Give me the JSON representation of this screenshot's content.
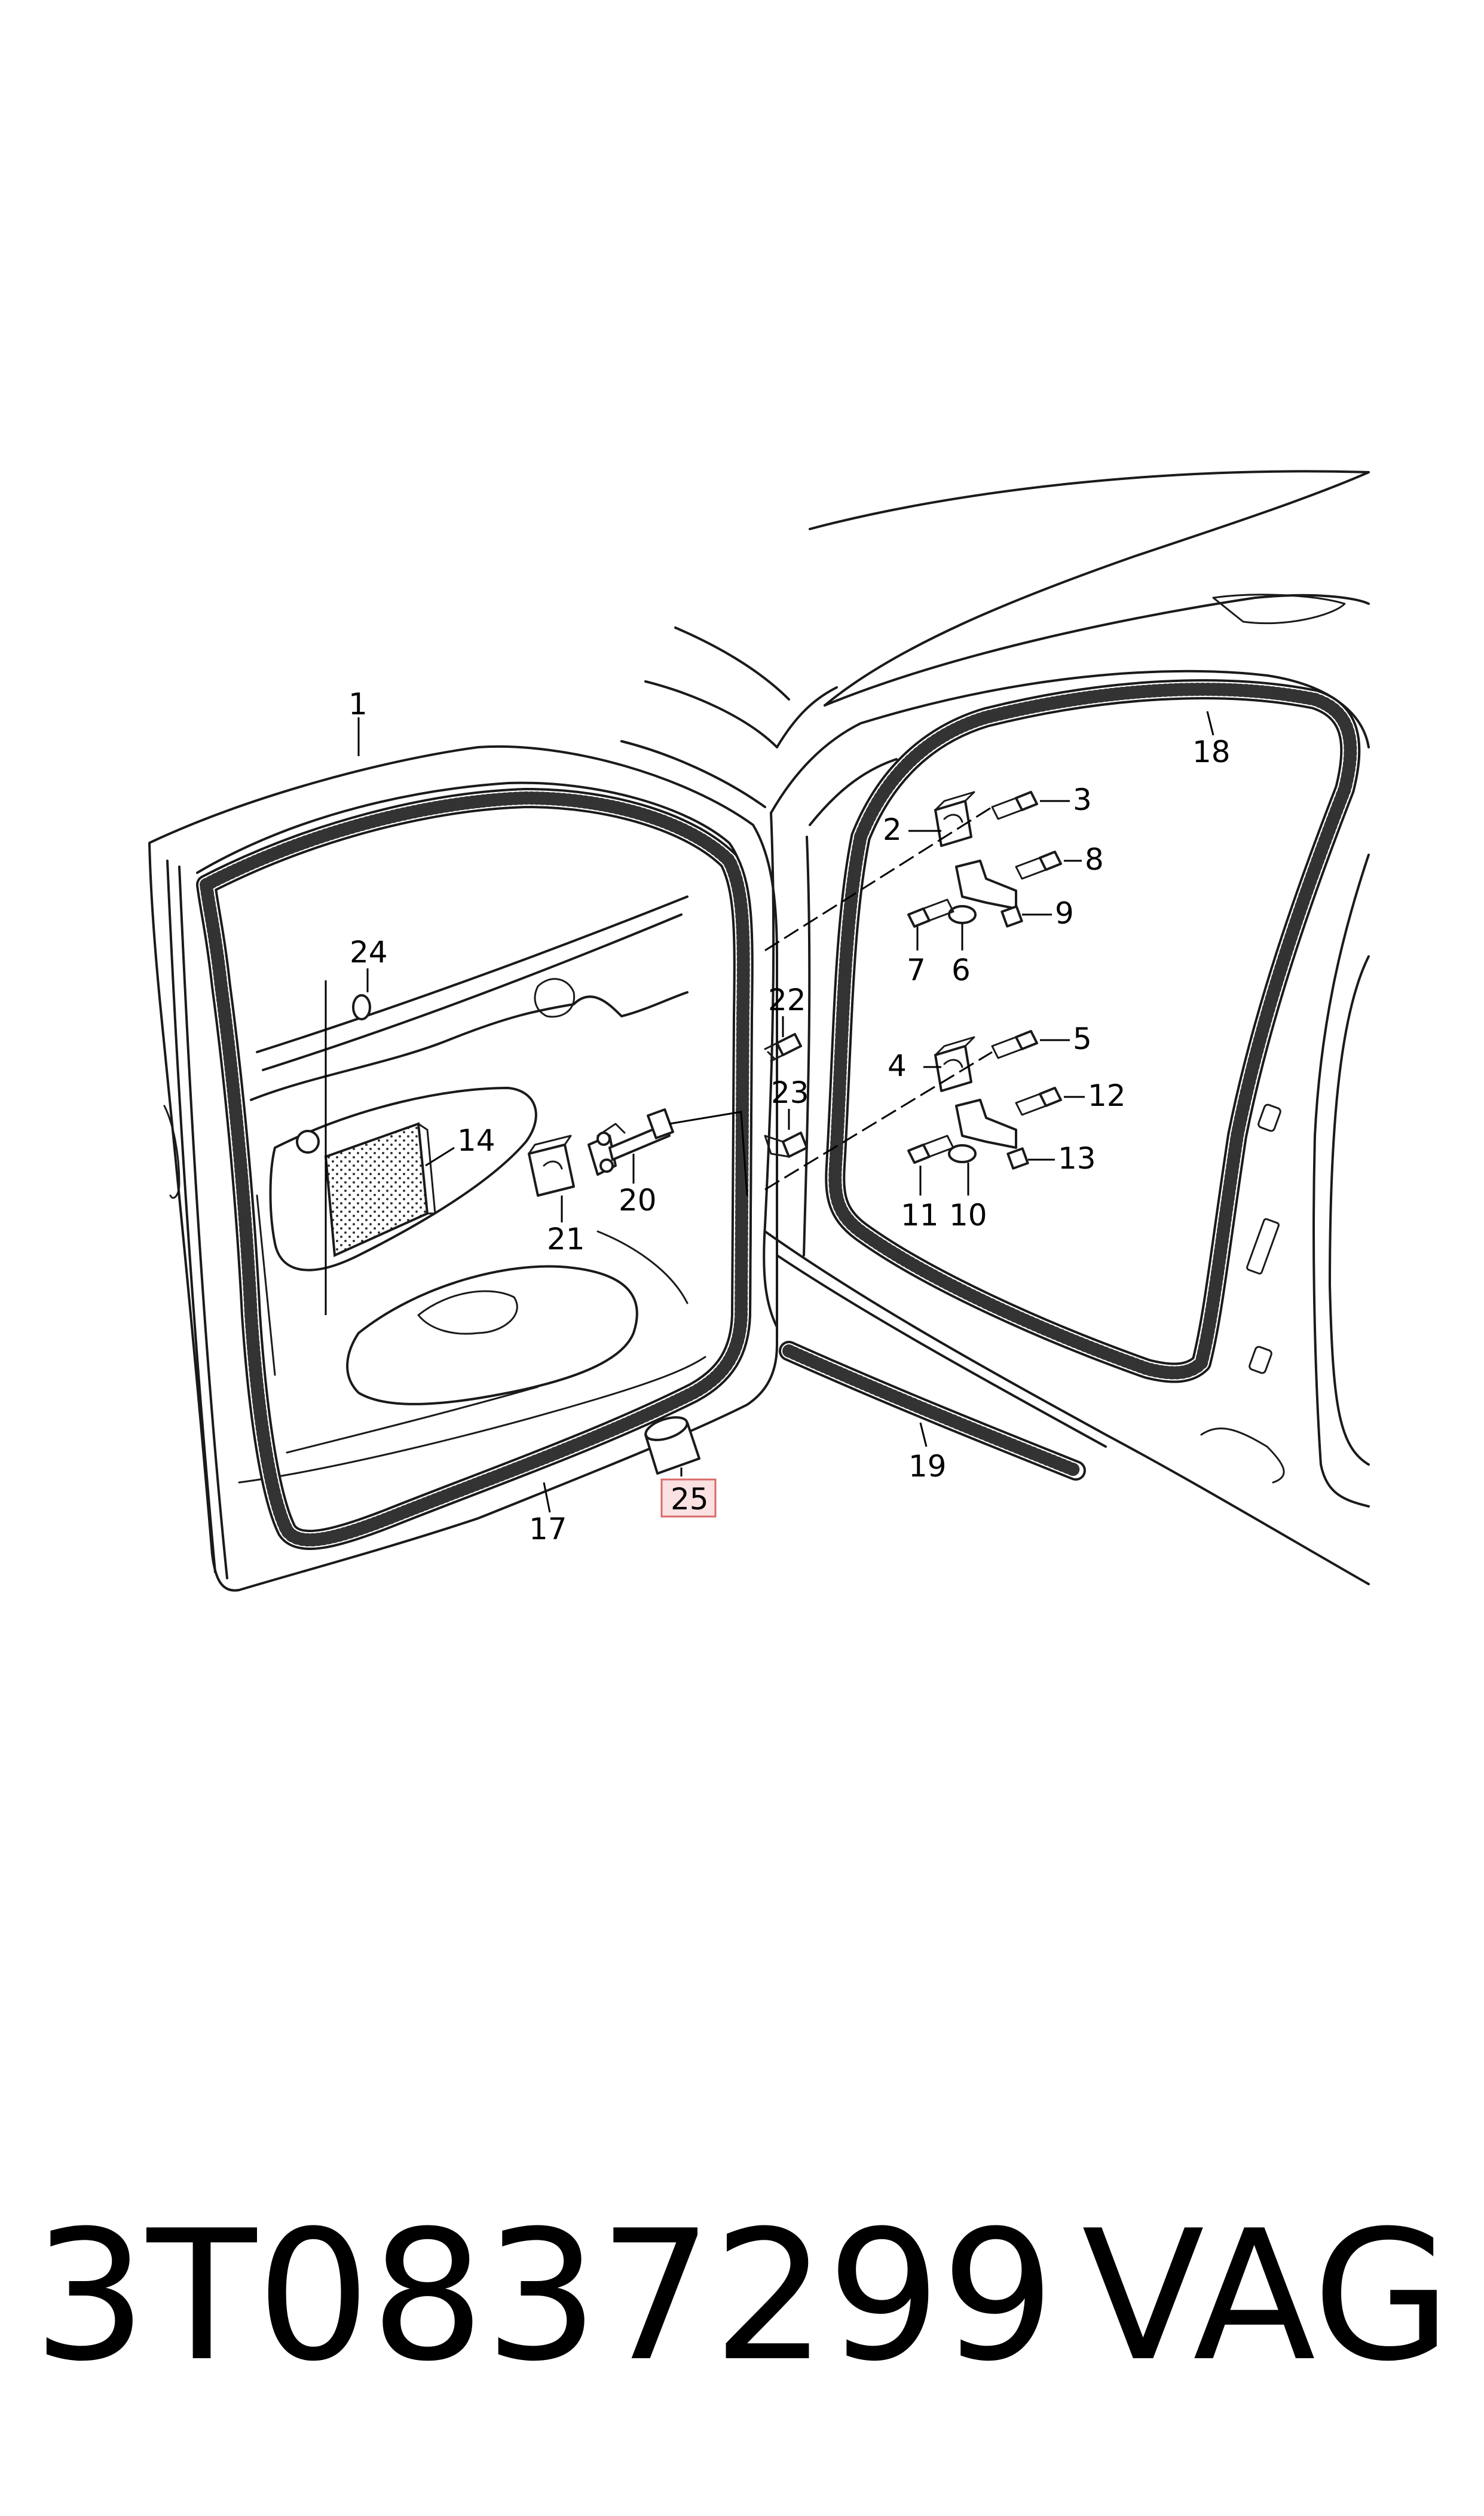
{
  "callouts": [
    {
      "id": "c1",
      "text": "1"
    },
    {
      "id": "c2",
      "text": "2"
    },
    {
      "id": "c3",
      "text": "3"
    },
    {
      "id": "c4",
      "text": "4"
    },
    {
      "id": "c5",
      "text": "5"
    },
    {
      "id": "c6",
      "text": "6"
    },
    {
      "id": "c7",
      "text": "7"
    },
    {
      "id": "c8",
      "text": "8"
    },
    {
      "id": "c9",
      "text": "9"
    },
    {
      "id": "c10",
      "text": "10"
    },
    {
      "id": "c11",
      "text": "11"
    },
    {
      "id": "c12",
      "text": "12"
    },
    {
      "id": "c13",
      "text": "13"
    },
    {
      "id": "c14",
      "text": "14"
    },
    {
      "id": "c17",
      "text": "17"
    },
    {
      "id": "c18",
      "text": "18"
    },
    {
      "id": "c19",
      "text": "19"
    },
    {
      "id": "c20",
      "text": "20"
    },
    {
      "id": "c21",
      "text": "21"
    },
    {
      "id": "c22",
      "text": "22"
    },
    {
      "id": "c23",
      "text": "23"
    },
    {
      "id": "c24",
      "text": "24"
    },
    {
      "id": "c25",
      "text": "25"
    }
  ],
  "highlight": {
    "callout": "25",
    "fill": "#fbe1e1",
    "stroke": "#d96a6a"
  },
  "footer": {
    "part_number": "3T0837299",
    "brand": "VAG"
  }
}
